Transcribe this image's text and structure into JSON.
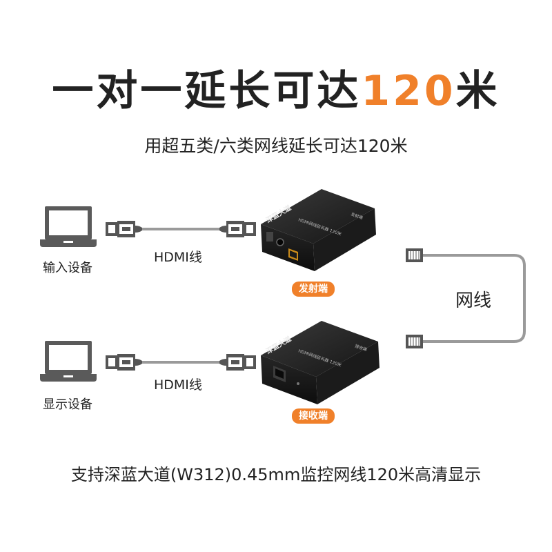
{
  "header": {
    "title_main": "一对一延长可达",
    "title_highlight": "120",
    "title_suffix": "米",
    "subtitle": "用超五类/六类网线延长可达120米"
  },
  "top_row": {
    "device_label": "输入设备",
    "cable_label": "HDMI线",
    "unit_badge": "发射端",
    "unit_brand": "深蓝大道",
    "unit_model": "HDMI网线延长器 120米",
    "unit_side": "发射端"
  },
  "bottom_row": {
    "device_label": "显示设备",
    "cable_label": "HDMI线",
    "unit_badge": "接收端",
    "unit_brand": "深蓝大道",
    "unit_model": "HDMI网线延长器 120米",
    "unit_side": "接收端"
  },
  "network": {
    "label": "网线"
  },
  "footer": {
    "text": "支持深蓝大道(W312)0.45mm监控网线120米高清显示"
  },
  "colors": {
    "accent": "#f0802a",
    "device": "#555555",
    "cable": "#9a9a9a"
  }
}
